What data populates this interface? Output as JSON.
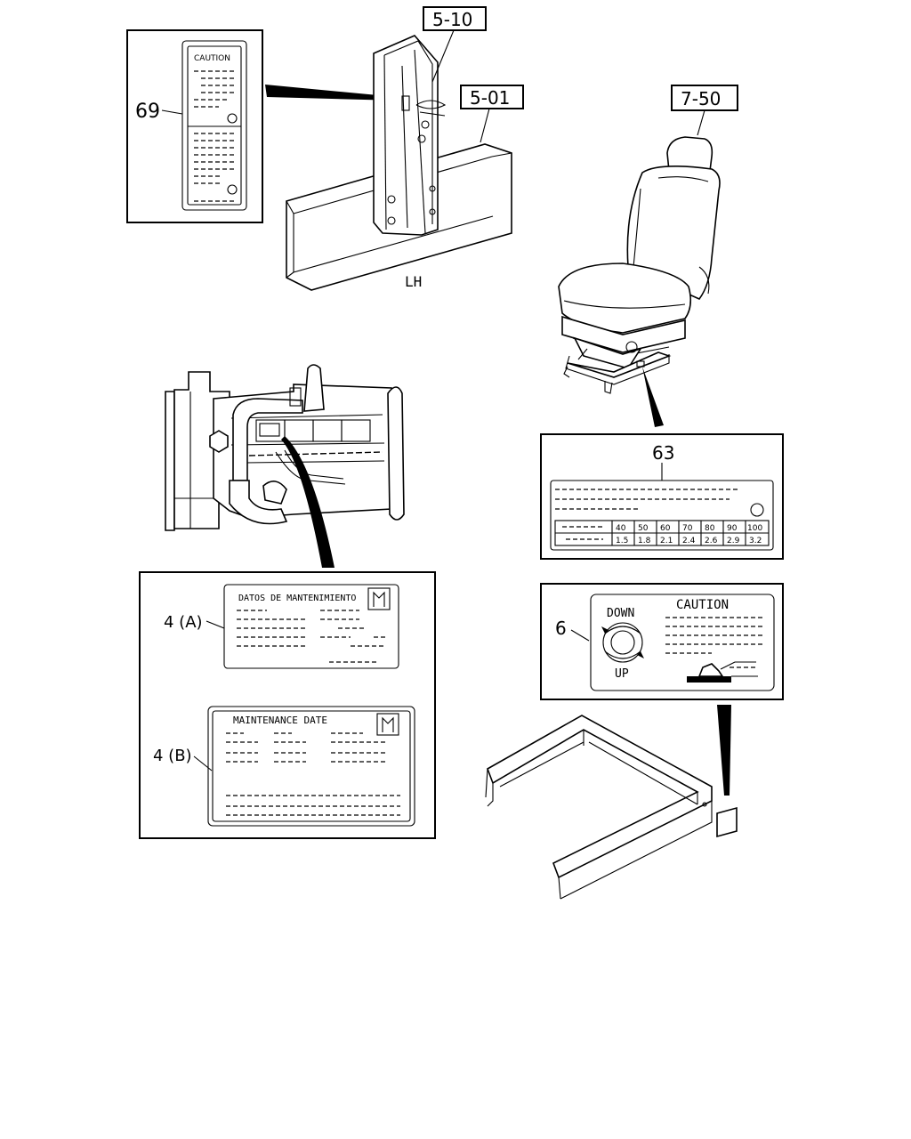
{
  "callouts": {
    "c510": "5-10",
    "c501": "5-01",
    "c750": "7-50"
  },
  "labels": {
    "lh": "LH",
    "item69": "69",
    "item63": "63",
    "item4a": "4 (A)",
    "item4b": "4 (B)",
    "item6": "6"
  },
  "decal69": {
    "caution": "CAUTION"
  },
  "decal4a": {
    "title": "DATOS DE MANTENIMIENTO"
  },
  "decal4b": {
    "title": "MAINTENANCE DATE"
  },
  "decal6": {
    "down": "DOWN",
    "up": "UP",
    "caution": "CAUTION"
  },
  "decal63": {
    "headers": [
      "40",
      "50",
      "60",
      "70",
      "80",
      "90",
      "100"
    ],
    "values": [
      "1.5",
      "1.8",
      "2.1",
      "2.4",
      "2.6",
      "2.9",
      "3.2"
    ]
  },
  "icons": [
    "truck-frame-rail-drawing",
    "seat-drawing",
    "engine-drawing",
    "cab-frame-drawing",
    "logo-icon",
    "knob-icon",
    "lever-icon"
  ]
}
